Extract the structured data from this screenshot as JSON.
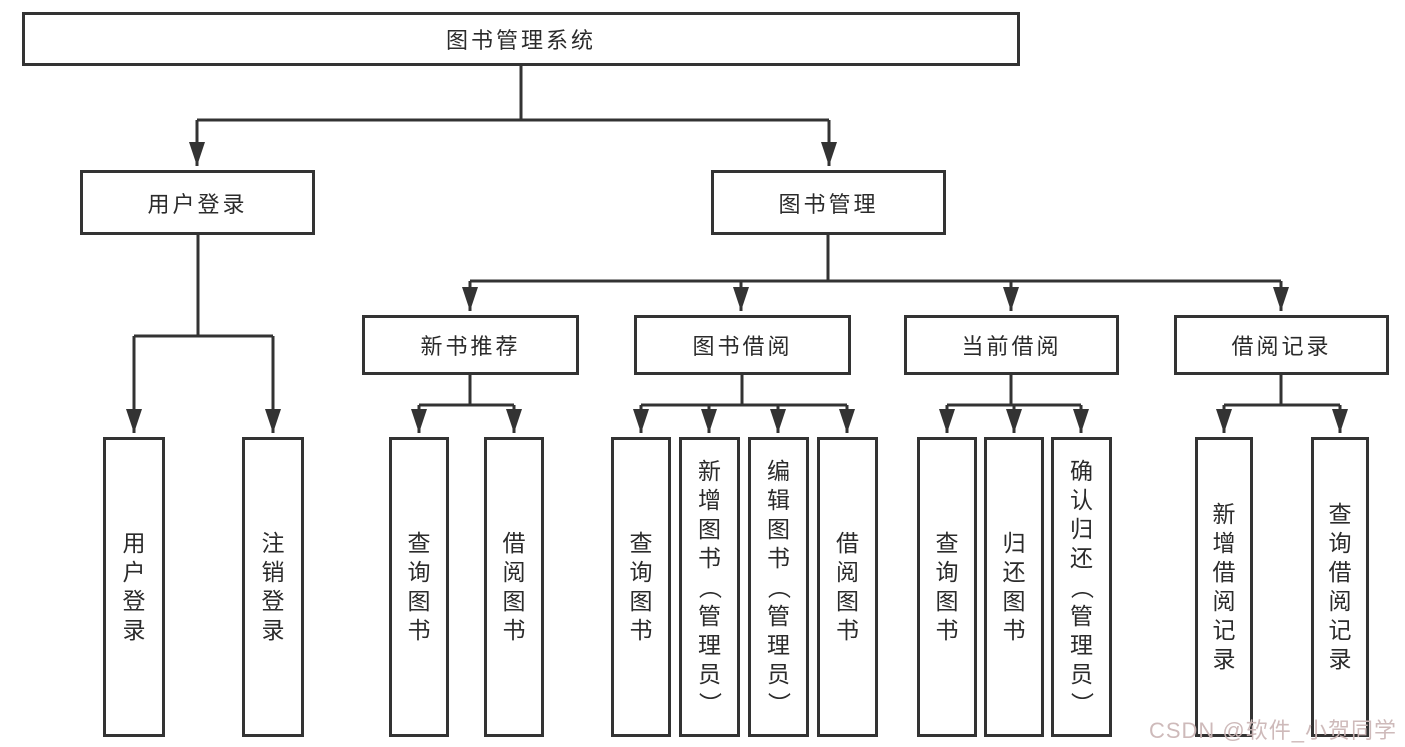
{
  "colors": {
    "line": "#333333",
    "box_border": "#333333",
    "text": "#2b2b2b",
    "watermark": "#cbb6b6"
  },
  "diagram": {
    "root": {
      "label": "图书管理系统"
    },
    "branches": [
      {
        "label": "用户登录",
        "children": [
          {
            "label": "用户登录"
          },
          {
            "label": "注销登录"
          }
        ]
      },
      {
        "label": "图书管理",
        "children": [
          {
            "label": "新书推荐",
            "children": [
              {
                "label": "查询图书"
              },
              {
                "label": "借阅图书"
              }
            ]
          },
          {
            "label": "图书借阅",
            "children": [
              {
                "label": "查询图书"
              },
              {
                "label": "新增图书（管理员）"
              },
              {
                "label": "编辑图书（管理员）"
              },
              {
                "label": "借阅图书"
              }
            ]
          },
          {
            "label": "当前借阅",
            "children": [
              {
                "label": "查询图书"
              },
              {
                "label": "归还图书"
              },
              {
                "label": "确认归还（管理员）"
              }
            ]
          },
          {
            "label": "借阅记录",
            "children": [
              {
                "label": "新增借阅记录"
              },
              {
                "label": "查询借阅记录"
              }
            ]
          }
        ]
      }
    ]
  },
  "watermark": {
    "text": "CSDN @软件_小贺同学"
  }
}
